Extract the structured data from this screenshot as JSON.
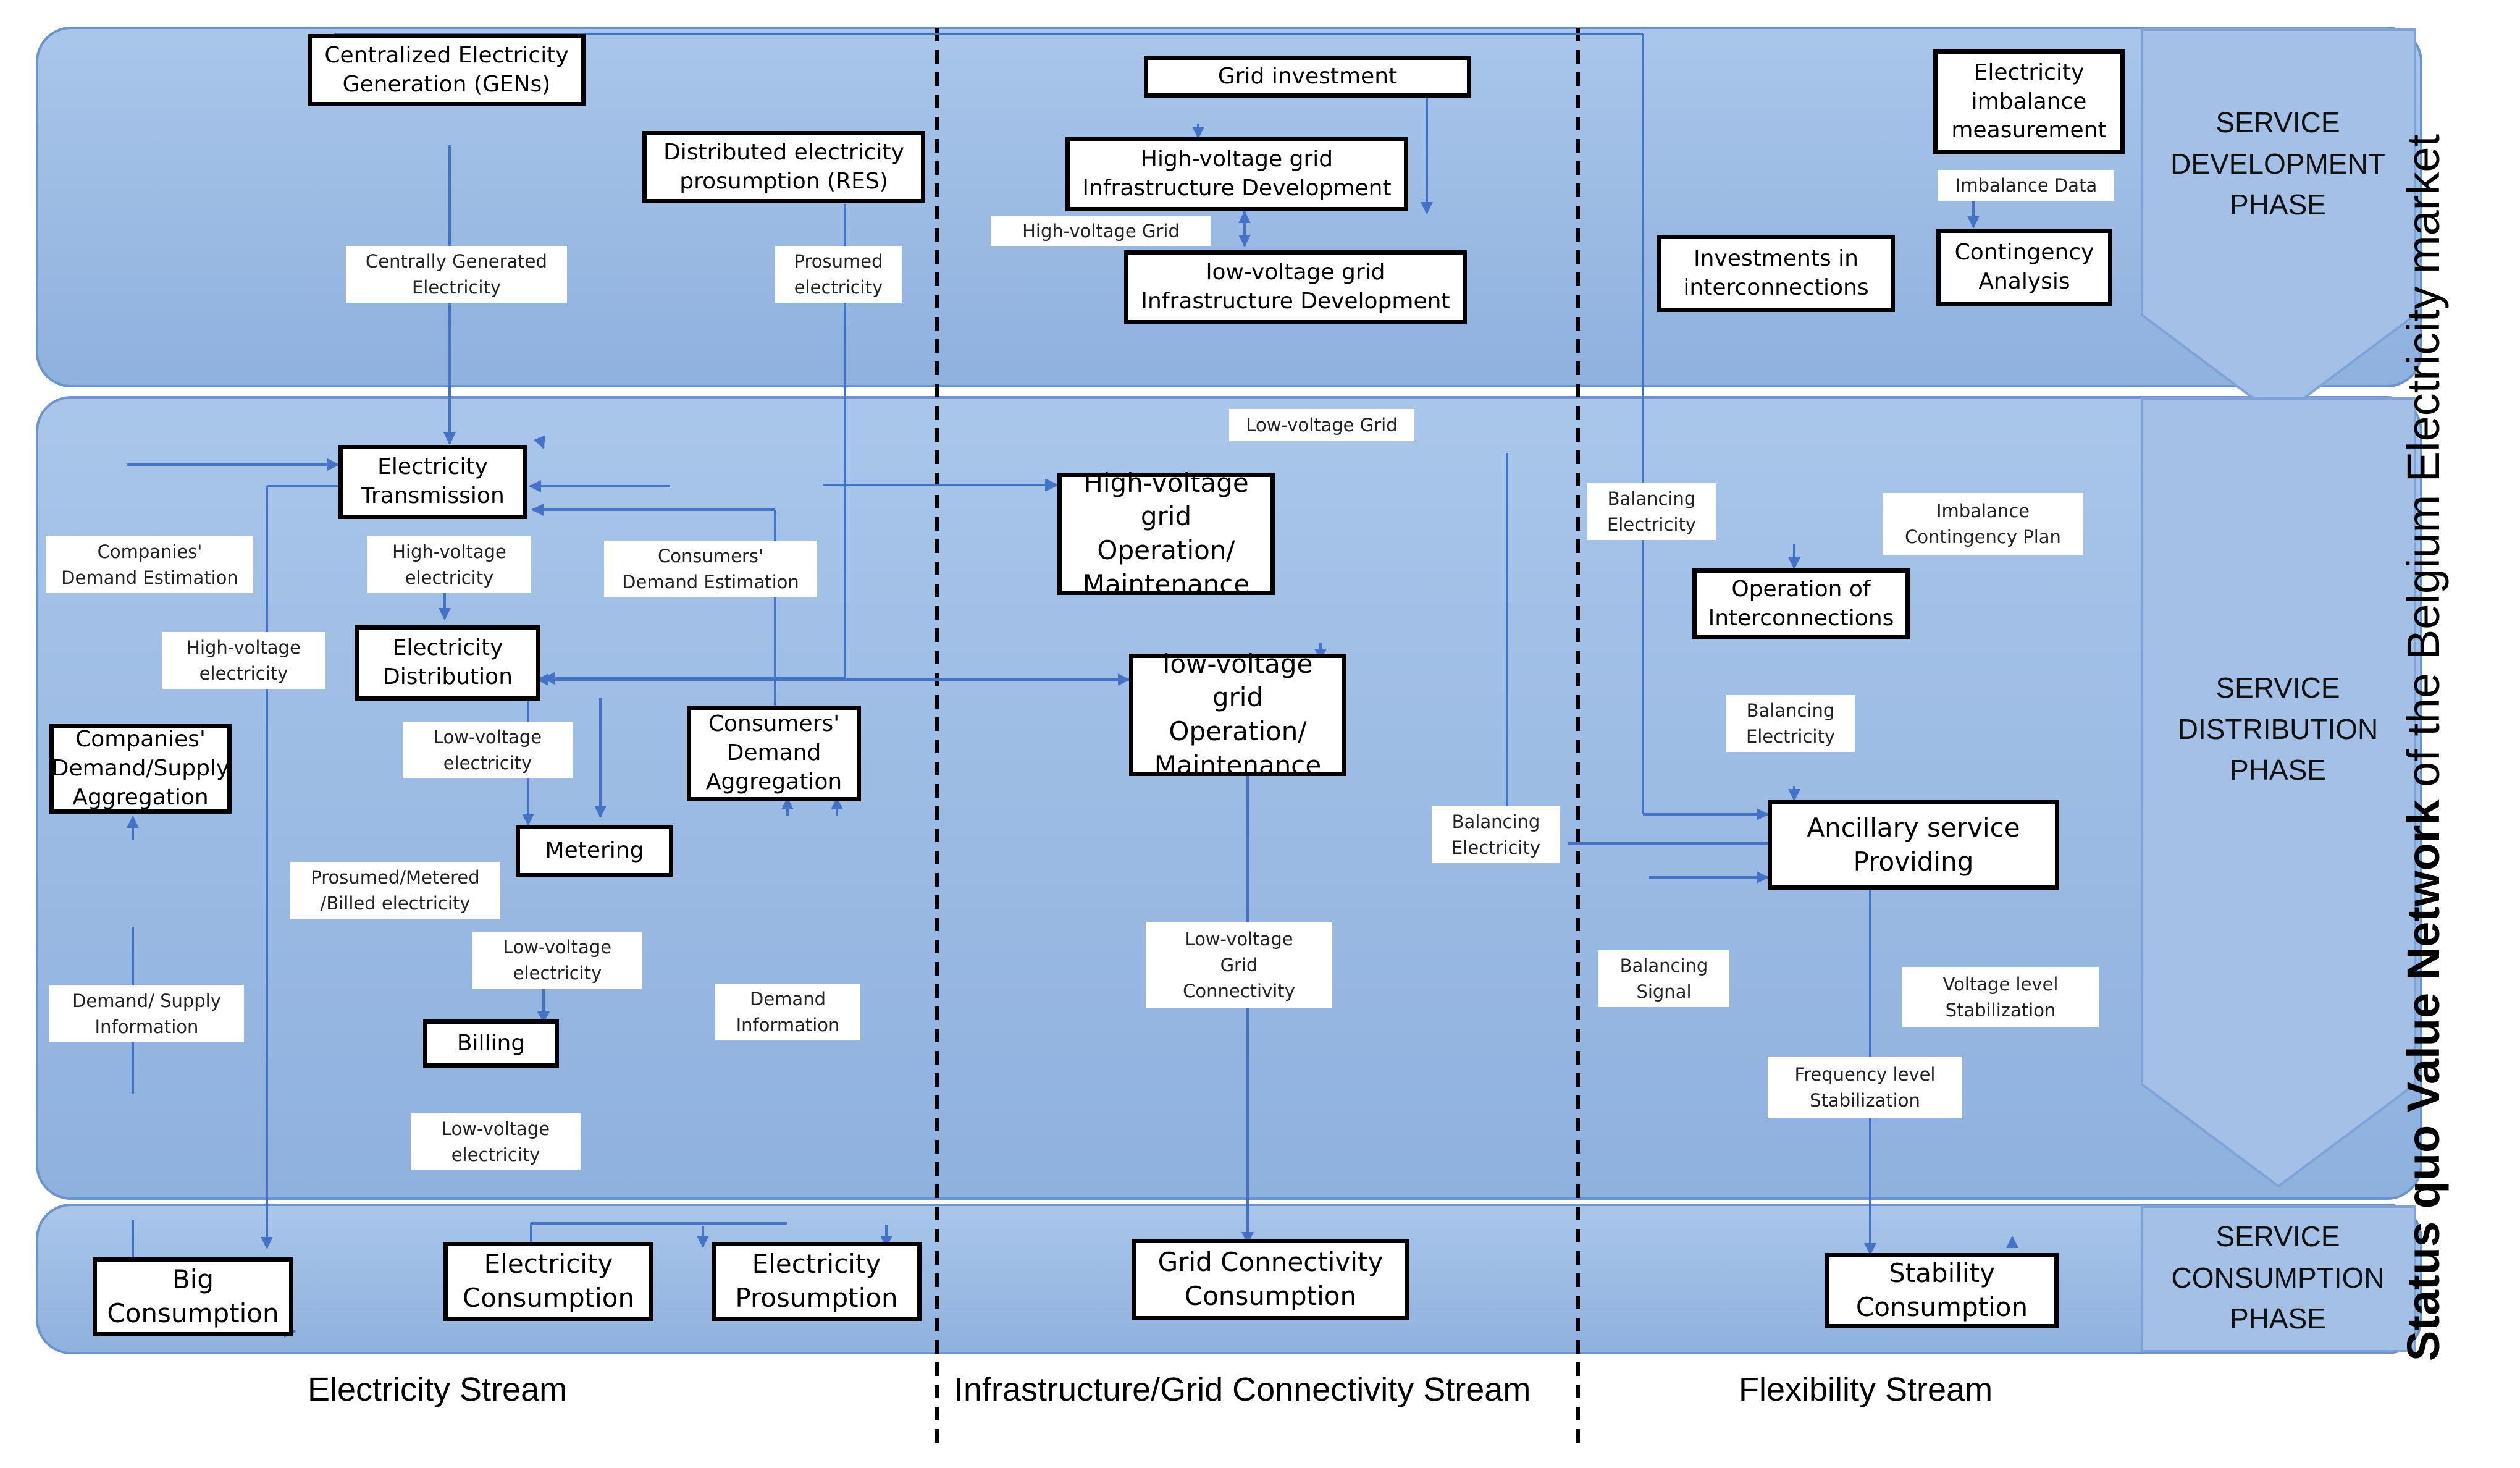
{
  "side_title": {
    "bold": "Status quo Value Network",
    "normal": " of the Belgium Electricity market"
  },
  "phases": {
    "development": "SERVICE\nDEVELOPMENT\nPHASE",
    "distribution": "SERVICE\nDISTRIBUTION\nPHASE",
    "consumption": "SERVICE\nCONSUMPTION\nPHASE"
  },
  "streams": {
    "electricity": "Electricity Stream",
    "infrastructure": "Infrastructure/Grid Connectivity Stream",
    "flexibility": "Flexibility Stream"
  },
  "nodes": {
    "centralized_generation": "Centralized Electricity\nGeneration (GENs)",
    "distributed_prosumption": "Distributed electricity\nprosumption (RES)",
    "grid_investment": "Grid investment",
    "hv_infra_dev": "High-voltage grid\nInfrastructure Development",
    "lv_infra_dev": "low-voltage grid\nInfrastructure Development",
    "imbalance_measurement": "Electricity\nimbalance\nmeasurement",
    "contingency_analysis": "Contingency\nAnalysis",
    "investments_interconnections": "Investments in\ninterconnections",
    "electricity_transmission": "Electricity\nTransmission",
    "electricity_distribution": "Electricity\nDistribution",
    "consumers_demand_aggregation": "Consumers'\nDemand\nAggregation",
    "companies_demand_supply_aggregation": "Companies'\nDemand/Supply\nAggregation",
    "metering": "Metering",
    "billing": "Billing",
    "hv_grid_operation": "High-voltage\ngrid Operation/\nMaintenance",
    "lv_grid_operation": "low-voltage grid\nOperation/\nMaintenance",
    "operation_interconnections": "Operation of\nInterconnections",
    "ancillary_service": "Ancillary service\nProviding",
    "big_consumption": "Big\nConsumption",
    "electricity_consumption": "Electricity\nConsumption",
    "electricity_prosumption": "Electricity\nProsumption",
    "grid_connectivity_consumption": "Grid Connectivity\nConsumption",
    "stability_consumption": "Stability\nConsumption"
  },
  "labels": {
    "centrally_generated": "Centrally Generated\nElectricity",
    "prosumed_electricity": "Prosumed\nelectricity",
    "hv_grid_top": "High-voltage Grid",
    "imbalance_data": "Imbalance Data",
    "lv_grid": "Low-voltage Grid",
    "companies_demand_estimation": "Companies'\nDemand Estimation",
    "hv_electricity_1": "High-voltage\nelectricity",
    "consumers_demand_estimation": "Consumers'\nDemand Estimation",
    "hv_electricity_2": "High-voltage\nelectricity",
    "lv_electricity_1": "Low-voltage\nelectricity",
    "prosumed_metered_billed": "Prosumed/Metered\n/Billed electricity",
    "lv_electricity_2": "Low-voltage\nelectricity",
    "demand_supply_information": "Demand/ Supply\nInformation",
    "demand_information": "Demand\nInformation",
    "lv_electricity_3": "Low-voltage\nelectricity",
    "lv_grid_connectivity": "Low-voltage\nGrid\nConnectivity",
    "balancing_electricity_1": "Balancing\nElectricity",
    "balancing_electricity_2": "Balancing\nElectricity",
    "balancing_electricity_3": "Balancing\nElectricity",
    "imbalance_contingency_plan": "Imbalance\nContingency Plan",
    "balancing_signal": "Balancing\nSignal",
    "voltage_level_stabilization": "Voltage level\nStabilization",
    "frequency_level_stabilization": "Frequency level\nStabilization"
  },
  "colors": {
    "band_light": "#a9c6ea",
    "band_dark": "#8fb1de",
    "band_border": "#6b93cc",
    "line": "#4472c4",
    "node_border": "#000000"
  }
}
